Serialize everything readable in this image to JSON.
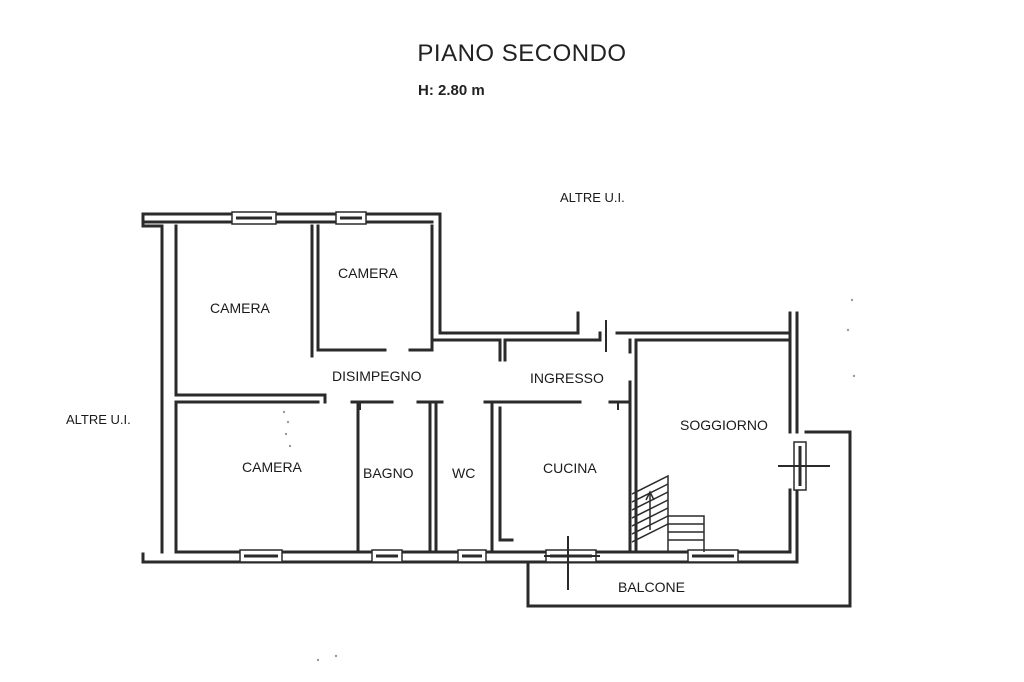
{
  "title": "PIANO SECONDO",
  "height_label": "H: 2.80 m",
  "neighbors": {
    "top": "ALTRE U.I.",
    "left": "ALTRE U.I."
  },
  "rooms": {
    "camera_top_left": "CAMERA",
    "camera_top_mid": "CAMERA",
    "camera_bottom": "CAMERA",
    "disimpegno": "DISIMPEGNO",
    "ingresso": "INGRESSO",
    "bagno": "BAGNO",
    "wc": "WC",
    "cucina": "CUCINA",
    "soggiorno": "SOGGIORNO",
    "balcone": "BALCONE"
  }
}
